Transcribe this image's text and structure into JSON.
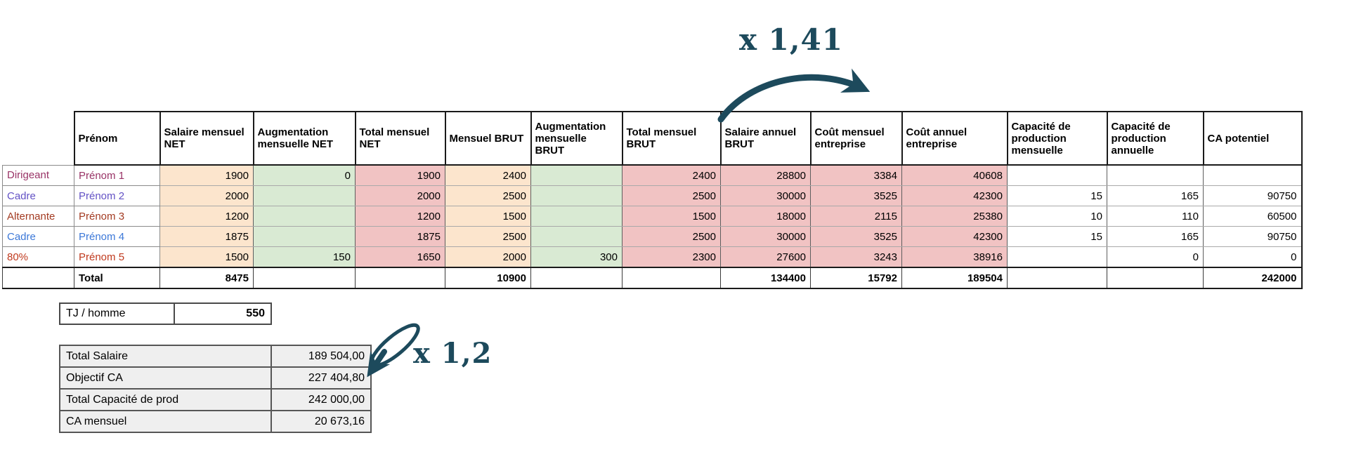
{
  "annotations": {
    "top_multiplier": "x 1,41",
    "bottom_multiplier": "x 1,2",
    "accent_color": "#1d4a5c"
  },
  "colors": {
    "peach": "#fce5cd",
    "green": "#d9ead3",
    "pink": "#f1c3c3"
  },
  "salary_table": {
    "headers": [
      "Prénom",
      "Salaire mensuel NET",
      "Augmentation mensuelle NET",
      "Total mensuel NET",
      "Mensuel BRUT",
      "Augmentation mensuelle BRUT",
      "Total mensuel BRUT",
      "Salaire annuel BRUT",
      "Coût mensuel entreprise",
      "Coût annuel entreprise",
      "Capacité de production mensuelle",
      "Capacité de production annuelle",
      "CA potentiel"
    ],
    "rows": [
      {
        "role": "Dirigeant",
        "name": "Prénom 1",
        "color": "#993366",
        "cells": [
          "1900",
          "0",
          "1900",
          "2400",
          "",
          "2400",
          "28800",
          "3384",
          "40608",
          "",
          "",
          ""
        ]
      },
      {
        "role": "Cadre",
        "name": "Prénom 2",
        "color": "#6352c5",
        "cells": [
          "2000",
          "",
          "2000",
          "2500",
          "",
          "2500",
          "30000",
          "3525",
          "42300",
          "15",
          "165",
          "90750"
        ]
      },
      {
        "role": "Alternante",
        "name": "Prénom 3",
        "color": "#a33b22",
        "cells": [
          "1200",
          "",
          "1200",
          "1500",
          "",
          "1500",
          "18000",
          "2115",
          "25380",
          "10",
          "110",
          "60500"
        ]
      },
      {
        "role": "Cadre",
        "name": "Prénom 4",
        "color": "#3c78d8",
        "cells": [
          "1875",
          "",
          "1875",
          "2500",
          "",
          "2500",
          "30000",
          "3525",
          "42300",
          "15",
          "165",
          "90750"
        ]
      },
      {
        "role": "80%",
        "name": "Prénom 5",
        "color": "#c03a1e",
        "cells": [
          "1500",
          "150",
          "1650",
          "2000",
          "300",
          "2300",
          "27600",
          "3243",
          "38916",
          "",
          "0",
          "0"
        ]
      }
    ],
    "total_row": {
      "label": "Total",
      "cells": [
        "8475",
        "",
        "",
        "10900",
        "",
        "",
        "134400",
        "15792",
        "189504",
        "",
        "",
        "242000"
      ]
    }
  },
  "tj_table": {
    "label": "TJ / homme",
    "value": "550"
  },
  "summary_table": {
    "rows": [
      {
        "label": "Total Salaire",
        "value": "189 504,00"
      },
      {
        "label": "Objectif CA",
        "value": "227 404,80"
      },
      {
        "label": "Total Capacité de prod",
        "value": "242 000,00"
      },
      {
        "label": "CA mensuel",
        "value": "20 673,16"
      }
    ]
  }
}
